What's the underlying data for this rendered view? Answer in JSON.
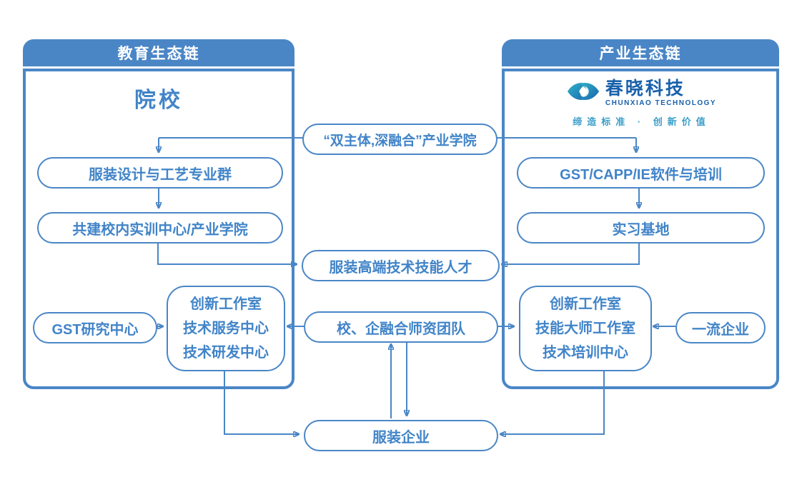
{
  "colors": {
    "accent_blue": "#4a86c6",
    "node_text_blue": "#4184c8",
    "panel_header_text": "#ffffff",
    "logo_dark_blue": "#1961ac",
    "logo_teal": "#2fb3c7",
    "slogan_teal": "#3a9ec9"
  },
  "left_panel": {
    "title": "教育生态链",
    "heading": "院校",
    "nodes": {
      "major_group": "服装设计与工艺专业群",
      "training_center": "共建校内实训中心/产业学院",
      "gst_research": "GST研究中心"
    },
    "cluster": {
      "lines": [
        "创新工作室",
        "技术服务中心",
        "技术研发中心"
      ]
    }
  },
  "right_panel": {
    "title": "产业生态链",
    "logo": {
      "name": "春晓科技",
      "subtitle": "CHUNXIAO TECHNOLOGY",
      "slogan": "缔造标准 · 创新价值"
    },
    "nodes": {
      "gst_software": "GST/CAPP/IE软件与培训",
      "internship_base": "实习基地",
      "first_class_enterprise": "一流企业"
    },
    "cluster": {
      "lines": [
        "创新工作室",
        "技能大师工作室",
        "技术培训中心"
      ]
    }
  },
  "center": {
    "industry_college": "“双主体,深融合”产业学院",
    "talents": "服装高端技术技能人才",
    "faculty_team": "校、企融合师资团队",
    "apparel_enterprise": "服装企业"
  }
}
